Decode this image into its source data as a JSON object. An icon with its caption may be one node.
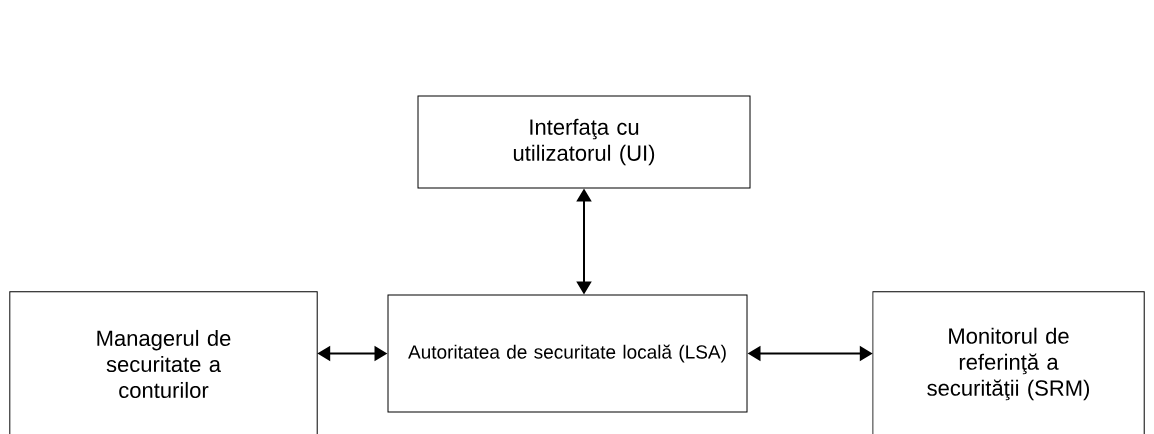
{
  "diagram": {
    "nodes": [
      {
        "text": [
          "Interfaţa cu utilizatorul (UI)"
        ]
      },
      {
        "text": [
          "Managerul de securitate a conturilor"
        ]
      },
      {
        "text": [
          "Autoritatea de securitate locală (LSA)"
        ]
      },
      {
        "text": [
          "Monitorul de referinţă a securităţii (SRM)"
        ]
      }
    ],
    "edges": [
      {
        "from": 0,
        "to": 2,
        "arrow": "both"
      },
      {
        "from": 1,
        "to": 2,
        "arrow": "both"
      },
      {
        "from": 2,
        "to": 3,
        "arrow": "both"
      }
    ]
  }
}
